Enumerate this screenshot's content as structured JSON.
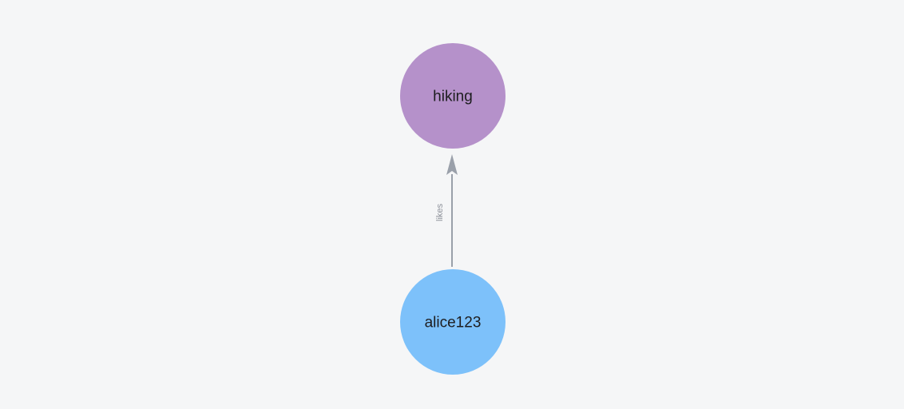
{
  "app": {
    "background_color": "#f5f6f7"
  },
  "graph": {
    "nodes": [
      {
        "id": "hiking",
        "label": "hiking",
        "color": "#b591ca",
        "text_color": "#1d1d1f"
      },
      {
        "id": "alice123",
        "label": "alice123",
        "color": "#7dc1fa",
        "text_color": "#1d1d1f"
      }
    ],
    "edges": [
      {
        "from": "alice123",
        "to": "hiking",
        "label": "likes",
        "color": "#9aa0aa",
        "label_color": "#8b8f98"
      }
    ]
  }
}
